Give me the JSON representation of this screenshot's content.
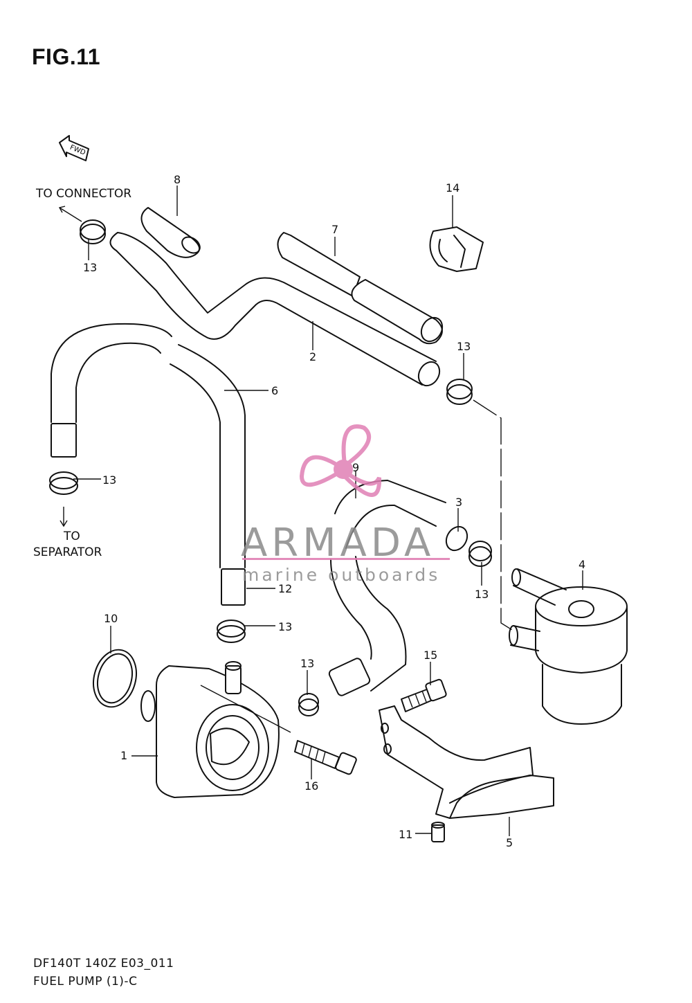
{
  "figure": {
    "title": "FIG.11",
    "code": "DF140T 140Z E03_011",
    "name": "FUEL PUMP (1)-C"
  },
  "direction": {
    "fwd_label": "FWD"
  },
  "callouts": {
    "to_connector": "TO CONNECTOR",
    "to_separator_line1": "TO",
    "to_separator_line2": "SEPARATOR"
  },
  "parts": [
    {
      "id": "p1",
      "label": "1"
    },
    {
      "id": "p2",
      "label": "2"
    },
    {
      "id": "p3",
      "label": "3"
    },
    {
      "id": "p4",
      "label": "4"
    },
    {
      "id": "p5",
      "label": "5"
    },
    {
      "id": "p6",
      "label": "6"
    },
    {
      "id": "p7",
      "label": "7"
    },
    {
      "id": "p8",
      "label": "8"
    },
    {
      "id": "p9",
      "label": "9"
    },
    {
      "id": "p10",
      "label": "10"
    },
    {
      "id": "p11",
      "label": "11"
    },
    {
      "id": "p12",
      "label": "12"
    },
    {
      "id": "p13a",
      "label": "13"
    },
    {
      "id": "p13b",
      "label": "13"
    },
    {
      "id": "p13c",
      "label": "13"
    },
    {
      "id": "p13d",
      "label": "13"
    },
    {
      "id": "p13e",
      "label": "13"
    },
    {
      "id": "p13f",
      "label": "13"
    },
    {
      "id": "p14",
      "label": "14"
    },
    {
      "id": "p15",
      "label": "15"
    },
    {
      "id": "p16",
      "label": "16"
    }
  ],
  "watermark": {
    "brand": "ARMADA",
    "tagline": "marine outboards",
    "accent_color": "#e07fb4"
  }
}
